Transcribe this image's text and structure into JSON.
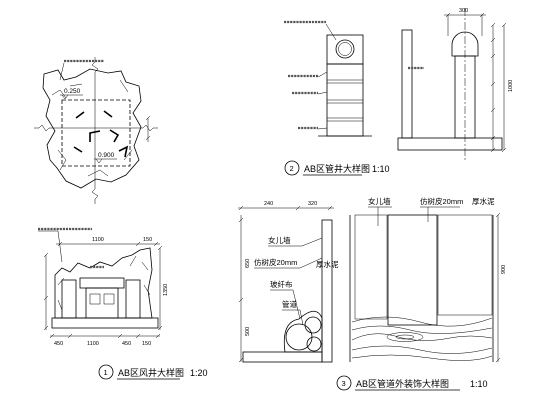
{
  "colors": {
    "line": "#000000",
    "paper": "#ffffff"
  },
  "plan_detail": {
    "elevation_upper": "0.250",
    "elevation_lower": "0.900"
  },
  "shaft_detail": {
    "number": "2",
    "title": "AB区管井大样图",
    "scale": "1:10",
    "dim_width": "300",
    "dim_height": "1000"
  },
  "wind_shaft_detail": {
    "number": "1",
    "title": "AB区风井大样图",
    "scale": "1:20",
    "dim_top": [
      "1100",
      "150"
    ],
    "dim_height": "1350",
    "dim_bottom": [
      "450",
      "1100",
      "450",
      "150"
    ]
  },
  "pipe_detail": {
    "number": "3",
    "title": "AB区管道外装饰大样图",
    "scale": "1:10",
    "dim_top": [
      "240",
      "320"
    ],
    "dim_left": [
      "650",
      "500"
    ],
    "dim_right": "900",
    "section_labels": {
      "parapet": "女儿墙",
      "bark_finish": "仿树皮20mm",
      "cement": "厚水泥",
      "fiberglass": "玻纤布",
      "pipe": "管道"
    },
    "elevation_labels": {
      "parapet": "女儿墙",
      "bark_finish": "仿树皮20mm",
      "cement": "厚水泥"
    }
  }
}
